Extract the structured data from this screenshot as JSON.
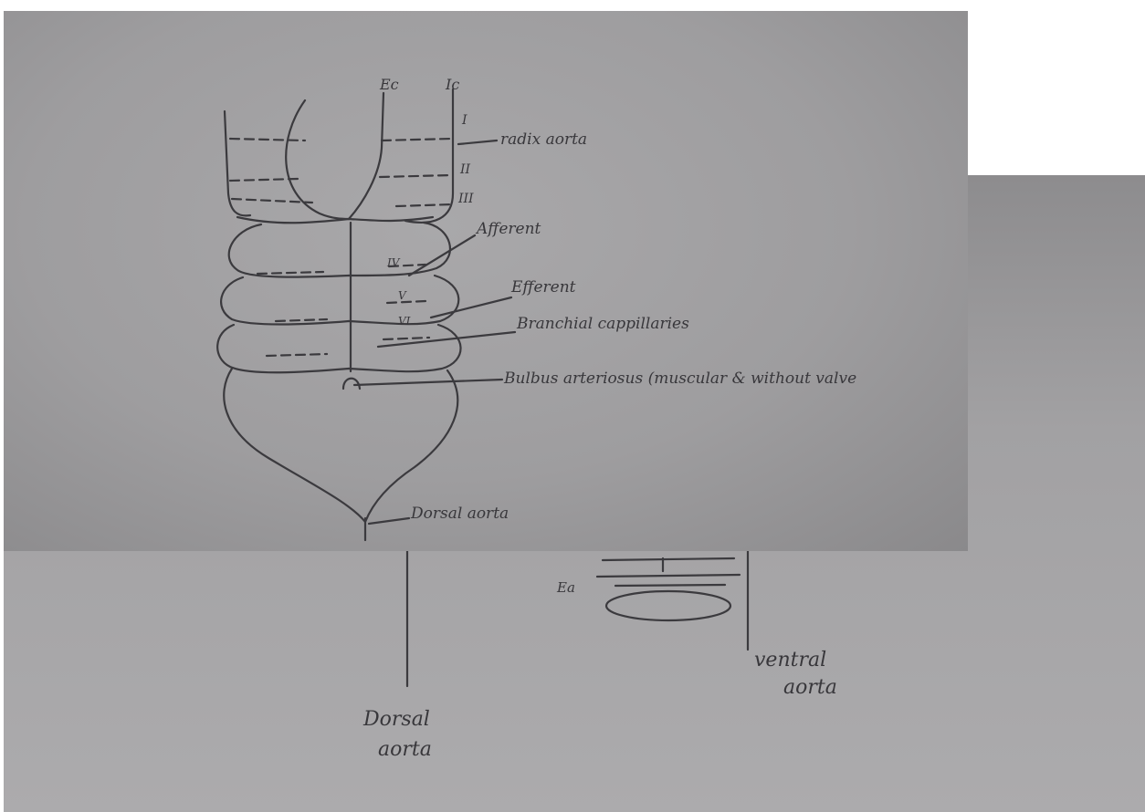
{
  "front_sheet": {
    "labels": {
      "ec": "Ec",
      "ic": "Ic",
      "arch_1": "I",
      "arch_2": "II",
      "arch_3": "III",
      "arch_4": "IV",
      "arch_5": "V",
      "arch_6": "VI",
      "radix": "radix aorta",
      "afferent": "Afferent",
      "efferent": "Efferent",
      "capillaries": "Branchial cappillaries",
      "bulbus": "Bulbus arteriosus (muscular & without valve",
      "dorsal": "Dorsal aorta"
    }
  },
  "back_sheet": {
    "labels": {
      "ea": "Ea",
      "ventral": "ventral",
      "ventral_2": "aorta",
      "dorsal": "Dorsal",
      "dorsal_2": "aorta"
    }
  },
  "colors": {
    "paper": "#a5a4a6",
    "ink": "#3b3a3e"
  }
}
